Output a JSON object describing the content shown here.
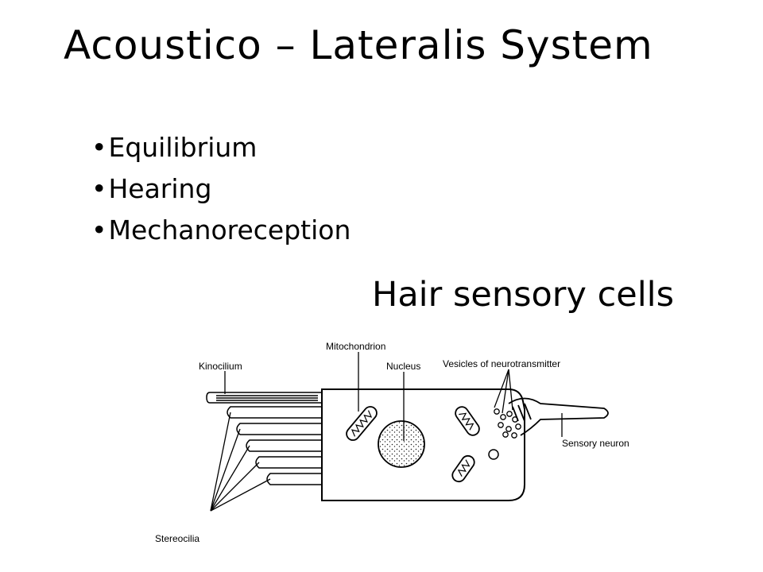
{
  "slide": {
    "title": "Acoustico – Lateralis System",
    "bullets": [
      "Equilibrium",
      "Hearing",
      "Mechanoreception"
    ],
    "subtitle": "Hair sensory cells"
  },
  "diagram": {
    "labels": {
      "kinocilium": "Kinocilium",
      "mitochondrion": "Mitochondrion",
      "nucleus": "Nucleus",
      "vesicles": "Vesicles of neurotransmitter",
      "sensory_neuron": "Sensory neuron",
      "stereocilia": "Stereocilia"
    }
  }
}
